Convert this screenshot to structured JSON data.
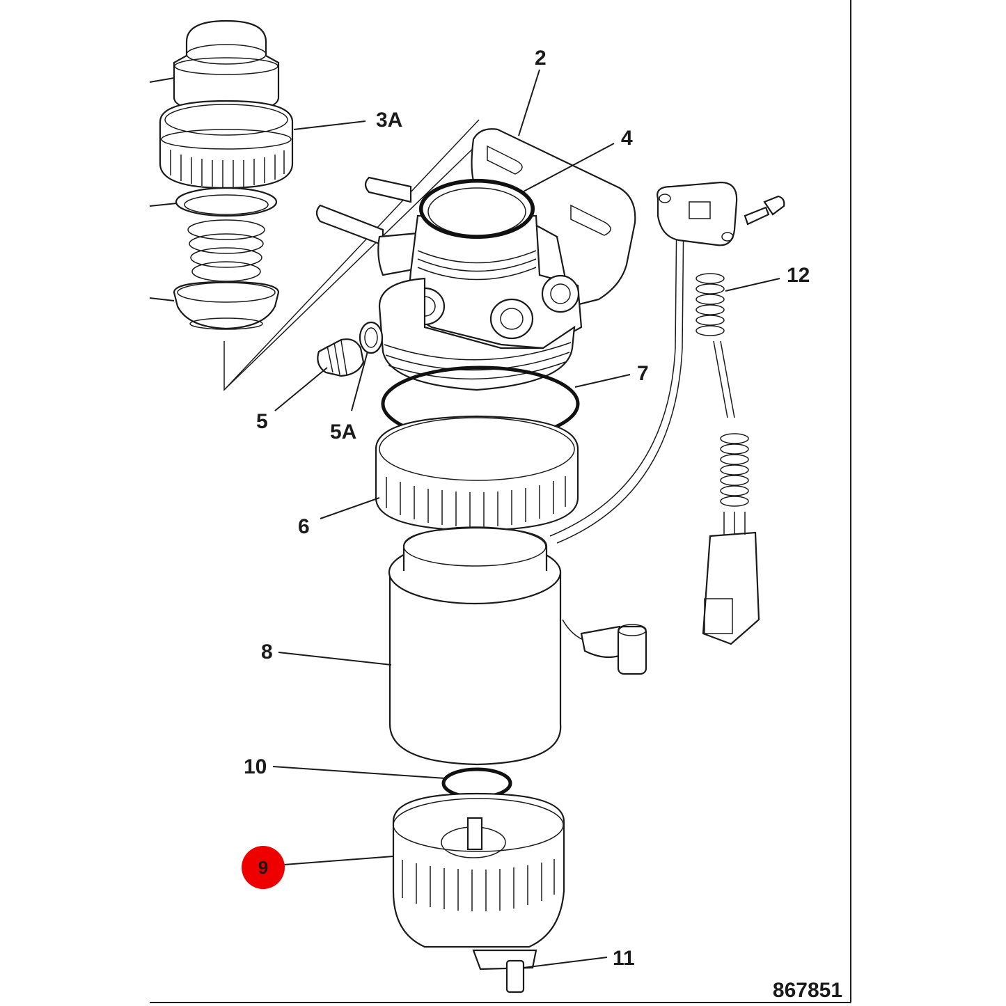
{
  "callouts": {
    "c2": "2",
    "c3a": "3A",
    "c4": "4",
    "c5": "5",
    "c5a": "5A",
    "c6": "6",
    "c7": "7",
    "c8": "8",
    "c9": "9",
    "c10": "10",
    "c11": "11",
    "c12": "12"
  },
  "drawing_number": "867851",
  "colors": {
    "highlight": "#ee0000",
    "line": "#1a1a1a",
    "background": "#ffffff"
  }
}
